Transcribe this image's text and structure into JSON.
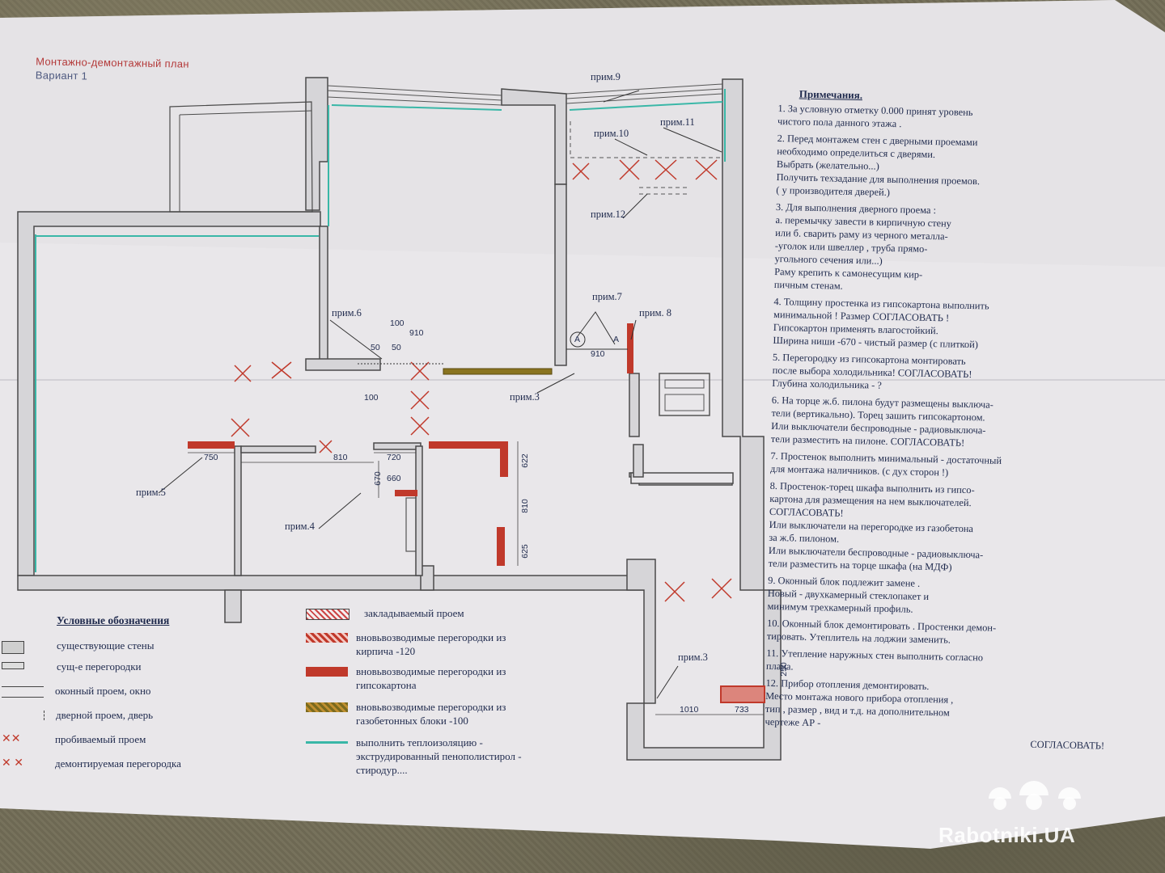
{
  "title": {
    "main": "Монтажно-демонтажный  план",
    "variant": "Вариант  1"
  },
  "plan_labels": {
    "p9": "прим.9",
    "p10": "прим.10",
    "p11": "прим.11",
    "p12": "прим.12",
    "p7": "прим.7",
    "p8": "прим. 8",
    "p6": "прим.6",
    "p3a": "прим.3",
    "p5": "прим.5",
    "p4": "прим.4",
    "p3b": "прим.3"
  },
  "dimensions": {
    "d100a": "100",
    "d910a": "910",
    "d50a": "50",
    "d50b": "50",
    "d910b": "910",
    "d100b": "100",
    "d750": "750",
    "d810a": "810",
    "d720": "720",
    "d670": "670",
    "d660": "660",
    "d622": "622",
    "d810b": "810",
    "d625": "625",
    "d1010": "1010",
    "d733": "733",
    "d250": "250",
    "mark_a": "A",
    "mark_a2": "A"
  },
  "legend": {
    "title": "Условные обозначения",
    "left": [
      "существующие стены",
      "сущ-е перегородки",
      "оконный проем, окно",
      "дверной проем, дверь",
      "пробиваемый проем",
      "демонтируемая перегородка"
    ],
    "right": [
      "закладываемый проем",
      "вновьвозводимые перегородки из\nкирпича    -120",
      "вновьвозводимые перегородки из\nгипсокартона",
      "вновьвозводимые перегородки из\nгазобетонных  блоки   -100",
      "выполнить теплоизоляцию -\nэкструдированный пенополистирол -\nстиродур...."
    ]
  },
  "notes": {
    "heading": "Примечания.",
    "items": [
      "1. За условную отметку    0.000   принят уровень\n     чистого  пола  данного  этажа .",
      "2. Перед  монтажем стен с дверными проемами\n     необходимо определиться  с дверями.\n     Выбрать  (желательно...)\n     Получить техзадание для выполнения проемов.\n     ( у производителя  дверей.)",
      "3. Для выполнения  дверного проема :\n                       а. перемычку завести в кирпичную стену\n     или     б. сварить раму из черного металла-\n                       -уголок или швеллер , труба прямо-\n                       угольного сечения  или...)\n                       Раму крепить к  самонесущим кир-\n                       пичным  стенам.",
      "4. Толщину простенка из гипсокартона выполнить\n     минимальной !  Размер СОГЛАСОВАТЬ !\n     Гипсокартон применять влагостойкий.\n     Ширина ниши  -670   - чистый размер (с плиткой)",
      "5. Перегородку из гипсокартона монтировать\n     после выбора  холодильника! СОГЛАСОВАТЬ!\n     Глубина холодильника - ?",
      "6. На торце ж.б. пилона будут размещены выключа-\n     тели  (вертикально).  Торец зашить гипсокартоном.\n     Или выключатели беспроводные - радиовыключа-\n     тели  разместить на пилоне.     СОГЛАСОВАТЬ!",
      "7. Простенок выполнить минимальный - достаточный\n     для монтажа наличников. (с дух сторон !)",
      "8. Простенок-торец шкафа выполнить из гипсо-\n     картона для размещения на нем выключателей.\n                                                  СОГЛАСОВАТЬ!\n     Или выключатели на перегородке из газобетона\n     за ж.б. пилоном.\n     Или выключатели беспроводные - радиовыключа-\n     тели  разместить на торце шкафа (на МДФ)",
      "9. Оконный блок подлежит замене .\n     Новый - двухкамерный стеклопакет и\n     минимум  трехкамерный профиль.",
      "10. Оконный блок демонтировать . Простенки демон-\n     тировать.  Утеплитель на лоджии заменить.",
      "11. Утепление наружных стен выполнить согласно\n     плана.",
      "12. Прибор отопления демонтировать.\n     Место монтажа нового прибора отопления ,\n     тип , размер , вид и т.д. на дополнительном\n     чертеже  АР -"
    ],
    "final": "СОГЛАСОВАТЬ!"
  },
  "watermark": "Rabotniki.UA"
}
